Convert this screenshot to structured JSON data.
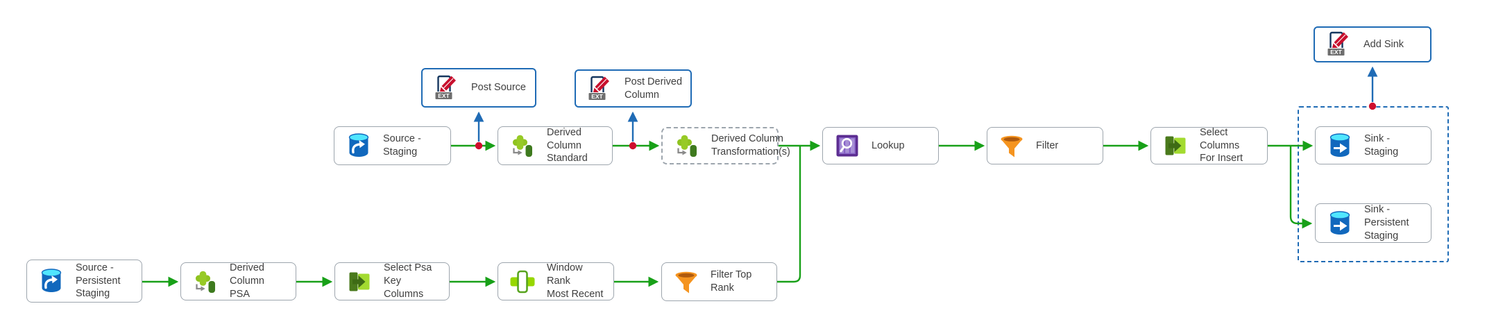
{
  "diagram": {
    "title": "dataflow-diagram",
    "colors": {
      "flow_green": "#18A018",
      "external_blue": "#1F6BB5",
      "junction_red": "#CE0E2D",
      "node_border_gray": "#9DA5AD",
      "node_border_blue": "#1F6BB5",
      "label_text": "#3F3F3F",
      "background": "#FFFFFF"
    },
    "icons": {
      "ext_badge_text": "EXT",
      "ext-edit-icon": "document-with-red-pencil-and-EXT-badge",
      "source-database-icon": "blue-database-cylinder-with-curved-arrow",
      "sink-database-icon": "blue-database-cylinder-with-right-arrow",
      "derived-column-icon": "green-plus-with-column-and-return-arrow",
      "select-columns-icon": "green-panels-with-right-arrow",
      "window-icon": "green-bar-with-window-frame",
      "lookup-icon": "purple-table-with-magnifier",
      "filter-icon": "orange-funnel"
    },
    "nodes": {
      "post_source": {
        "label": "Post Source",
        "kind": "external-call"
      },
      "post_derived_column": {
        "label": "Post Derived\nColumn",
        "kind": "external-call"
      },
      "add_sink": {
        "label": "Add Sink",
        "kind": "external-call"
      },
      "source_staging": {
        "label": "Source - Staging",
        "kind": "source"
      },
      "derived_column_standard": {
        "label": "Derived Column\nStandard",
        "kind": "derived-column"
      },
      "derived_column_transformations": {
        "label": "Derived Column\nTransformation(s)",
        "kind": "derived-column-placeholder"
      },
      "lookup": {
        "label": "Lookup",
        "kind": "lookup"
      },
      "filter": {
        "label": "Filter",
        "kind": "filter"
      },
      "select_columns_for_insert": {
        "label": "Select Columns\nFor Insert",
        "kind": "select"
      },
      "sink_staging": {
        "label": "Sink - Staging",
        "kind": "sink"
      },
      "sink_persistent_staging": {
        "label": "Sink - Persistent\nStaging",
        "kind": "sink"
      },
      "source_persistent_staging": {
        "label": "Source -\nPersistent\nStaging",
        "kind": "source"
      },
      "derived_column_psa": {
        "label": "Derived Column\nPSA",
        "kind": "derived-column"
      },
      "select_psa_key_columns": {
        "label": "Select Psa  Key\nColumns",
        "kind": "select"
      },
      "window_rank_most_recent": {
        "label": "Window Rank\nMost Recent",
        "kind": "window"
      },
      "filter_top_rank": {
        "label": "Filter Top Rank",
        "kind": "filter"
      }
    },
    "groups": {
      "sink_group": {
        "contains": [
          "sink_staging",
          "sink_persistent_staging"
        ],
        "border": "dashed-blue"
      }
    },
    "edges": [
      {
        "from": "source_staging",
        "to": "derived_column_standard",
        "color": "green"
      },
      {
        "from": "derived_column_standard",
        "to": "derived_column_transformations",
        "color": "green"
      },
      {
        "from": "derived_column_transformations",
        "to": "lookup",
        "color": "green"
      },
      {
        "from": "filter_top_rank",
        "to": "lookup",
        "color": "green"
      },
      {
        "from": "lookup",
        "to": "filter",
        "color": "green"
      },
      {
        "from": "filter",
        "to": "select_columns_for_insert",
        "color": "green"
      },
      {
        "from": "select_columns_for_insert",
        "to": "sink_staging",
        "color": "green"
      },
      {
        "from": "select_columns_for_insert",
        "to": "sink_persistent_staging",
        "color": "green"
      },
      {
        "from": "source_persistent_staging",
        "to": "derived_column_psa",
        "color": "green"
      },
      {
        "from": "derived_column_psa",
        "to": "select_psa_key_columns",
        "color": "green"
      },
      {
        "from": "select_psa_key_columns",
        "to": "window_rank_most_recent",
        "color": "green"
      },
      {
        "from": "window_rank_most_recent",
        "to": "filter_top_rank",
        "color": "green"
      },
      {
        "from": "source_staging",
        "to": "post_source",
        "color": "blue",
        "junction": "red-dot"
      },
      {
        "from": "derived_column_standard",
        "to": "post_derived_column",
        "color": "blue",
        "junction": "red-dot"
      },
      {
        "from": "sink_group",
        "to": "add_sink",
        "color": "blue",
        "junction": "red-dot"
      }
    ]
  }
}
